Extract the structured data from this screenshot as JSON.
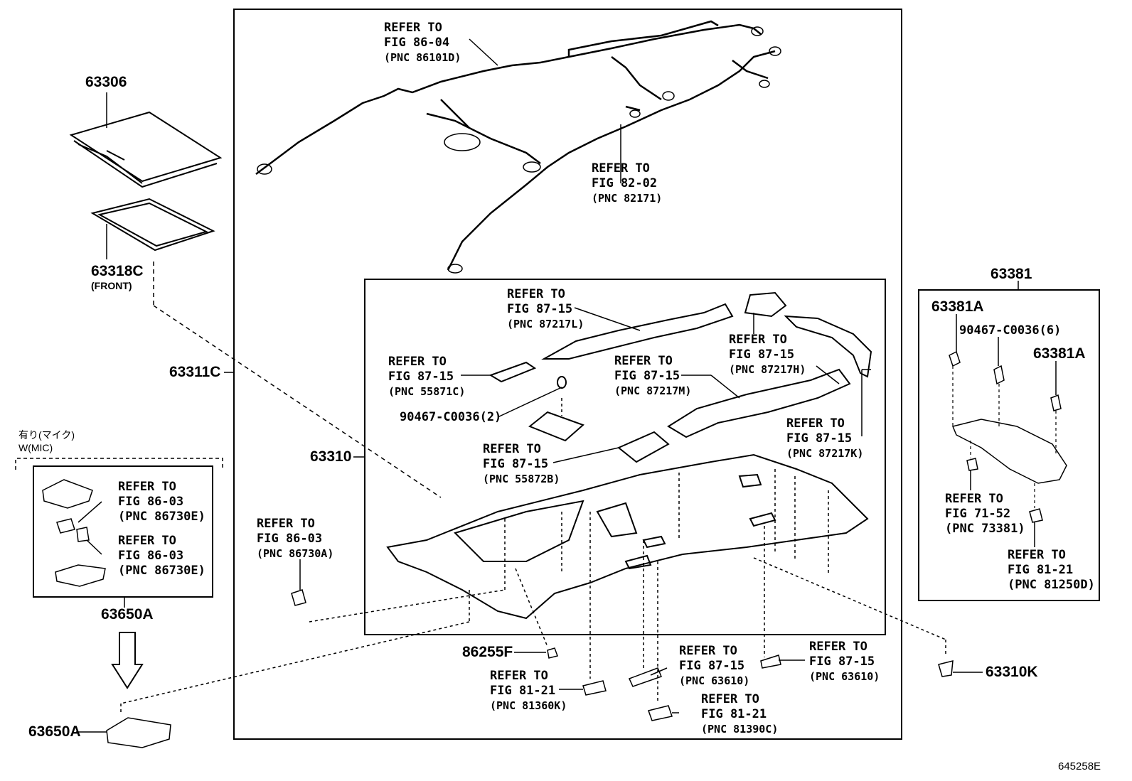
{
  "callouts": {
    "harness_top": {
      "line1": "REFER TO",
      "line2": "FIG 86-04",
      "line3": "(PNC 86101D)"
    },
    "harness_mid": {
      "line1": "REFER TO",
      "line2": "FIG 82-02",
      "line3": "(PNC 82171)"
    },
    "pnc_87217L": {
      "line1": "REFER TO",
      "line2": "FIG 87-15",
      "line3": "(PNC 87217L)"
    },
    "pnc_87217H": {
      "line1": "REFER TO",
      "line2": "FIG 87-15",
      "line3": "(PNC 87217H)"
    },
    "pnc_55871C": {
      "line1": "REFER TO",
      "line2": "FIG 87-15",
      "line3": "(PNC 55871C)"
    },
    "pnc_87217M": {
      "line1": "REFER TO",
      "line2": "FIG 87-15",
      "line3": "(PNC 87217M)"
    },
    "pnc_87217K": {
      "line1": "REFER TO",
      "line2": "FIG 87-15",
      "line3": "(PNC 87217K)"
    },
    "pnc_55872B": {
      "line1": "REFER TO",
      "line2": "FIG 87-15",
      "line3": "(PNC 55872B)"
    },
    "pnc_86730A": {
      "line1": "REFER TO",
      "line2": "FIG 86-03",
      "line3": "(PNC 86730A)"
    },
    "mic_upper": {
      "line1": "REFER TO",
      "line2": "FIG 86-03",
      "line3": "(PNC 86730E)"
    },
    "mic_lower": {
      "line1": "REFER TO",
      "line2": "FIG 86-03",
      "line3": "(PNC 86730E)"
    },
    "pnc_81360K": {
      "line1": "REFER TO",
      "line2": "FIG 81-21",
      "line3": "(PNC 81360K)"
    },
    "pnc_63610_a": {
      "line1": "REFER TO",
      "line2": "FIG 87-15",
      "line3": "(PNC 63610)"
    },
    "pnc_63610_b": {
      "line1": "REFER TO",
      "line2": "FIG 87-15",
      "line3": "(PNC 63610)"
    },
    "pnc_81390C": {
      "line1": "REFER TO",
      "line2": "FIG 81-21",
      "line3": "(PNC 81390C)"
    },
    "pnc_73381": {
      "line1": "REFER TO",
      "line2": "FIG 71-52",
      "line3": "(PNC 73381)"
    },
    "pnc_81250D": {
      "line1": "REFER TO",
      "line2": "FIG 81-21",
      "line3": "(PNC 81250D)"
    }
  },
  "parts": {
    "p63306": "63306",
    "p63318C": "63318C",
    "front": "(FRONT)",
    "p63311C": "63311C",
    "p63310": "63310",
    "p90467_2": "90467-C0036(2)",
    "p86255F": "86255F",
    "p63650A_box": "63650A",
    "p63650A": "63650A",
    "p63381": "63381",
    "p63381A_left": "63381A",
    "p63381A_right": "63381A",
    "p90467_6": "90467-C0036(6)",
    "p63310K": "63310K"
  },
  "mic_group": {
    "line1": "有り(マイク)",
    "line2": "W(MIC)"
  },
  "figure_id": "645258E"
}
